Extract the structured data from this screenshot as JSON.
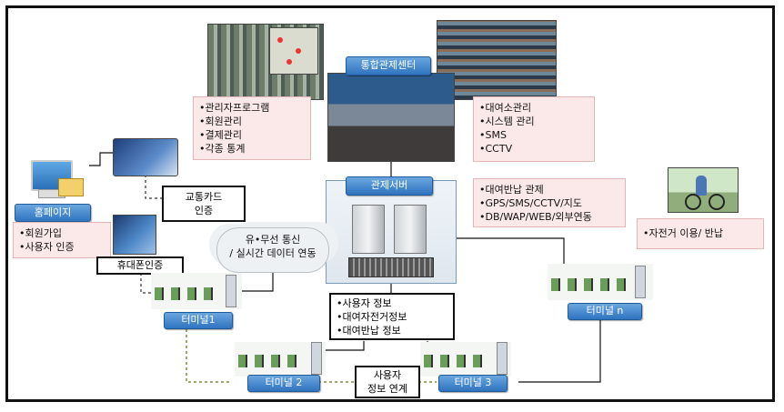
{
  "control_center": {
    "title": "통합관제센터",
    "left_list": [
      "•관리자프로그램",
      "•회원관리",
      "•결제관리",
      "•각종 통계"
    ],
    "right_list": [
      "•대여소관리",
      "•시스템 관리",
      "•SMS",
      "•CCTV"
    ]
  },
  "server": {
    "title": "관제서버",
    "functions": [
      "•대여반납 관제",
      "•GPS/SMS/CCTV/지도",
      "•DB/WAP/WEB/외부연동"
    ]
  },
  "homepage": {
    "label": "홈페이지",
    "functions": [
      "•회원가입",
      "•사용자 인증"
    ]
  },
  "mobile": {
    "label": "휴대폰인증"
  },
  "transit_card": {
    "label_line1": "교통카드",
    "label_line2": "인증"
  },
  "network": {
    "line1": "유•무선 통신",
    "line2": "/ 실시간 데이터 연동"
  },
  "user_info": [
    "•사용자 정보",
    "•대여자전거정보",
    "•대여반납 정보"
  ],
  "user_link": {
    "line1": "사용자",
    "line2": "정보 연계"
  },
  "bike_user": {
    "label": "•자전거 이용/ 반납"
  },
  "terminals": {
    "t1": "터미널1",
    "t2": "터미널 2",
    "t3": "터미널 3",
    "tn": "터미널 n"
  }
}
